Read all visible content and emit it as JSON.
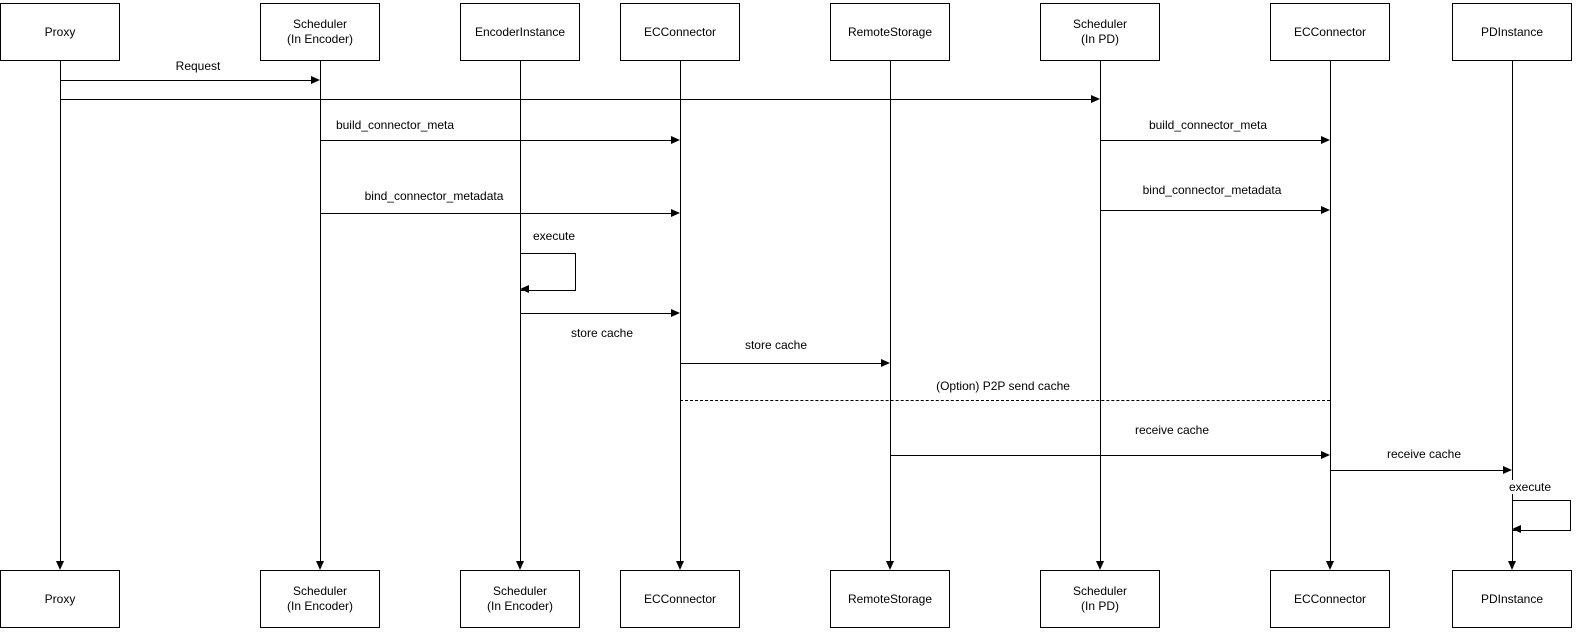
{
  "diagram": {
    "type": "sequence",
    "colors": {
      "line": "#000000",
      "text": "#000000",
      "background": "#ffffff"
    },
    "participants": [
      {
        "top_label": "Proxy",
        "bottom_label": "Proxy"
      },
      {
        "top_label": "Scheduler\n(In Encoder)",
        "bottom_label": "Scheduler\n(In Encoder)"
      },
      {
        "top_label": "EncoderInstance",
        "bottom_label": "Scheduler\n(In Encoder)"
      },
      {
        "top_label": "ECConnector",
        "bottom_label": "ECConnector"
      },
      {
        "top_label": "RemoteStorage",
        "bottom_label": "RemoteStorage"
      },
      {
        "top_label": "Scheduler\n(In PD)",
        "bottom_label": "Scheduler\n(In PD)"
      },
      {
        "top_label": "ECConnector",
        "bottom_label": "ECConnector"
      },
      {
        "top_label": "PDInstance",
        "bottom_label": "PDInstance"
      }
    ],
    "messages": {
      "request": "Request",
      "proxy_to_pd_scheduler": "",
      "build_connector_meta_encoder": "build_connector_meta",
      "build_connector_meta_pd": "build_connector_meta",
      "bind_connector_metadata_encoder": "bind_connector_metadata",
      "bind_connector_metadata_pd": "bind_connector_metadata",
      "execute_encoder": "execute",
      "store_cache_to_connector": "store cache",
      "store_cache_to_remote": "store cache",
      "p2p_send_cache": "(Option) P2P send cache",
      "receive_cache_from_remote": "receive cache",
      "receive_cache_to_pdinstance": "receive cache",
      "execute_pd": "execute"
    }
  }
}
